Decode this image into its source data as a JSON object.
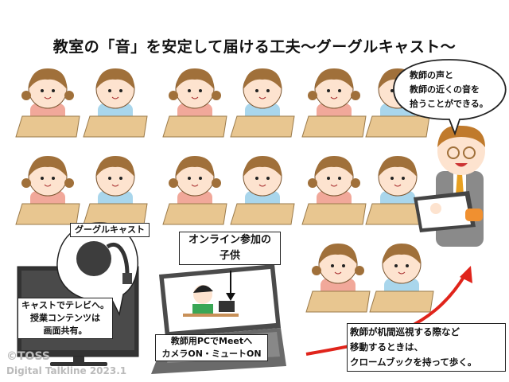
{
  "title": "教室の「音」を安定して届ける工夫〜グーグルキャスト〜",
  "teacher_bubble": [
    "教師の声と",
    "教師の近くの音を",
    "拾うことができる。"
  ],
  "chromecast_label": "グーグルキャスト",
  "tv_caption": [
    "キャストでテレビへ。",
    "授業コンテンツは",
    "画面共有。"
  ],
  "online_child_label": [
    "オンライン参加の",
    "子供"
  ],
  "pc_caption": [
    "教師用PCでMeetへ",
    "カメラON・ミュートON"
  ],
  "walk_caption": [
    "教師が机間巡視する際など",
    "移動するときは、",
    "クロームブックを持って歩く。"
  ],
  "copyright": [
    "©TOSS",
    "Digital Talkline 2023.1"
  ],
  "colors": {
    "desk": "#e8c690",
    "hair": "#a0703a",
    "girl_shirt": "#f1a89a",
    "boy_shirt": "#a9d6ec",
    "skin": "#fde3cf",
    "arrow": "#e0241b"
  }
}
